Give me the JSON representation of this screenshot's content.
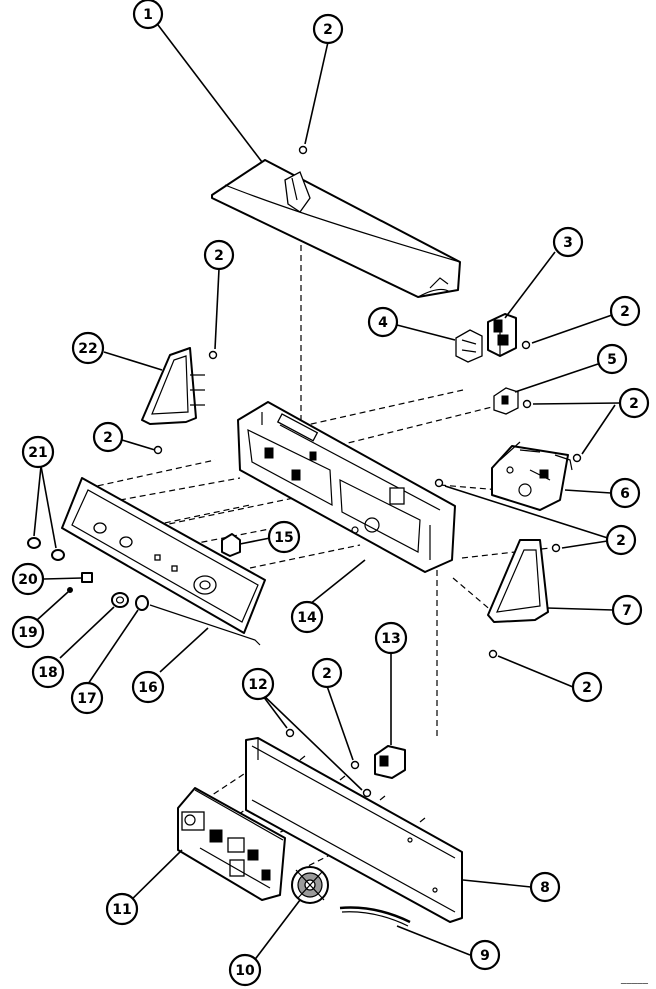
{
  "callouts": [
    {
      "label": "1"
    },
    {
      "label": "2"
    },
    {
      "label": "2"
    },
    {
      "label": "3"
    },
    {
      "label": "2"
    },
    {
      "label": "4"
    },
    {
      "label": "22"
    },
    {
      "label": "5"
    },
    {
      "label": "2"
    },
    {
      "label": "2"
    },
    {
      "label": "21"
    },
    {
      "label": "6"
    },
    {
      "label": "2"
    },
    {
      "label": "15"
    },
    {
      "label": "20"
    },
    {
      "label": "7"
    },
    {
      "label": "14"
    },
    {
      "label": "19"
    },
    {
      "label": "2"
    },
    {
      "label": "18"
    },
    {
      "label": "17"
    },
    {
      "label": "16"
    },
    {
      "label": "13"
    },
    {
      "label": "12"
    },
    {
      "label": "2"
    },
    {
      "label": "8"
    },
    {
      "label": "11"
    },
    {
      "label": "9"
    },
    {
      "label": "10"
    }
  ],
  "drawing_code": "—————"
}
